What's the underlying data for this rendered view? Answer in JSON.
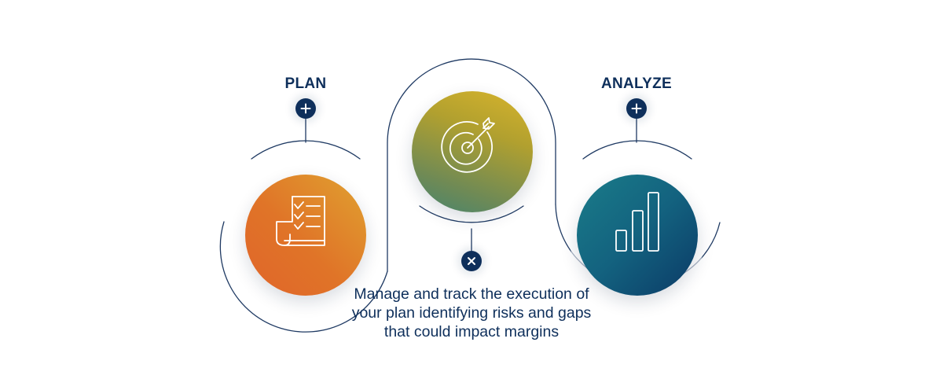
{
  "stages": [
    {
      "id": "plan",
      "label": "PLAN",
      "icon": "checklist-icon",
      "toggle_icon": "plus-icon",
      "expanded": false,
      "description": "",
      "colors": [
        "#e0a230",
        "#e0652a"
      ]
    },
    {
      "id": "execute",
      "label": "",
      "icon": "target-arrow-icon",
      "toggle_icon": "close-icon",
      "expanded": true,
      "description": "Manage and track the execution of your plan identifying risks and gaps that could impact margins",
      "colors": [
        "#d8b42c",
        "#458470"
      ]
    },
    {
      "id": "analyze",
      "label": "ANALYZE",
      "icon": "bar-chart-icon",
      "toggle_icon": "plus-icon",
      "expanded": false,
      "description": "",
      "colors": [
        "#1a7c89",
        "#0b3a66"
      ]
    }
  ],
  "colors": {
    "navy": "#0e2f5b",
    "connector_line": "#1f3a63"
  }
}
